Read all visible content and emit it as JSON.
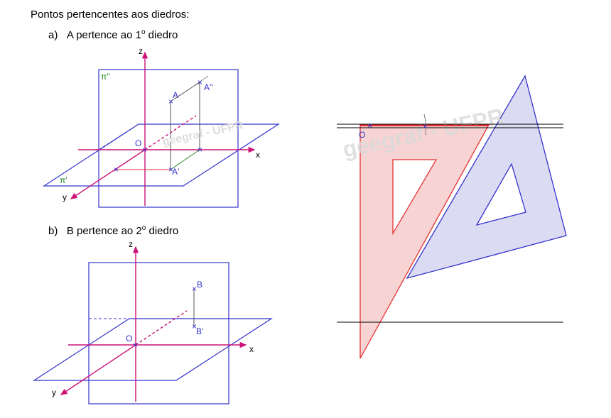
{
  "heading": "Pontos pertencentes aos diedros:",
  "item_a": {
    "letter": "a)",
    "text": "A pertence ao 1",
    "sup": "o",
    "suffix": " diedro"
  },
  "item_b": {
    "letter": "b)",
    "text": "B pertence ao 2",
    "sup": "o",
    "suffix": " diedro"
  },
  "diagram_a": {
    "plane_v": "π''",
    "plane_h": "π'",
    "origin": "O",
    "axis_x": "x",
    "axis_y": "y",
    "axis_z": "z",
    "point": "A",
    "proj_v": "A''",
    "proj_h": "A'",
    "watermark": "geegraf - UFPR"
  },
  "diagram_b": {
    "origin": "O",
    "axis_x": "x",
    "axis_y": "y",
    "axis_z": "z",
    "point": "B",
    "proj_h": "B'"
  },
  "diagram_c": {
    "origin": "O",
    "watermark": "geegraf - UFPR"
  },
  "colors": {
    "plane": "#3333cc",
    "axis": "#cc1177",
    "red": "#e53333",
    "green": "#228822",
    "pink_fill": "#f7d3d3",
    "blue_fill": "#d5d5f2"
  }
}
